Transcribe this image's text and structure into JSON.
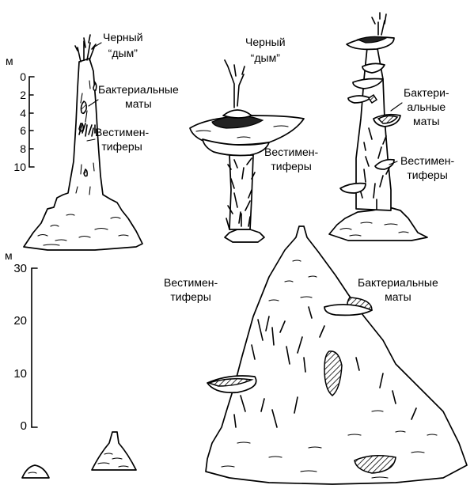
{
  "scale_small": {
    "unit": "м",
    "ticks": [
      "0",
      "2",
      "4",
      "6",
      "8",
      "10"
    ]
  },
  "scale_large": {
    "unit": "м",
    "ticks": [
      "30",
      "20",
      "10",
      "0"
    ]
  },
  "labels": {
    "smoke_1_line1": "Черный",
    "smoke_1_line2": "“дым”",
    "bacteria_1_line1": "Бактериальные",
    "bacteria_1_line2": "маты",
    "vest_1_line1": "Вестимен-",
    "vest_1_line2": "тиферы",
    "smoke_2_line1": "Черный",
    "smoke_2_line2": "“дым”",
    "vest_2_line1": "Вестимен-",
    "vest_2_line2": "тиферы",
    "bacteria_3_line1": "Бактери-",
    "bacteria_3_line2": "альные",
    "bacteria_3_line3": "маты",
    "vest_3_line1": "Вестимен-",
    "vest_3_line2": "тиферы",
    "vest_big_line1": "Вестимен-",
    "vest_big_line2": "тиферы",
    "bacteria_big_line1": "Бактериальные",
    "bacteria_big_line2": "маты"
  }
}
